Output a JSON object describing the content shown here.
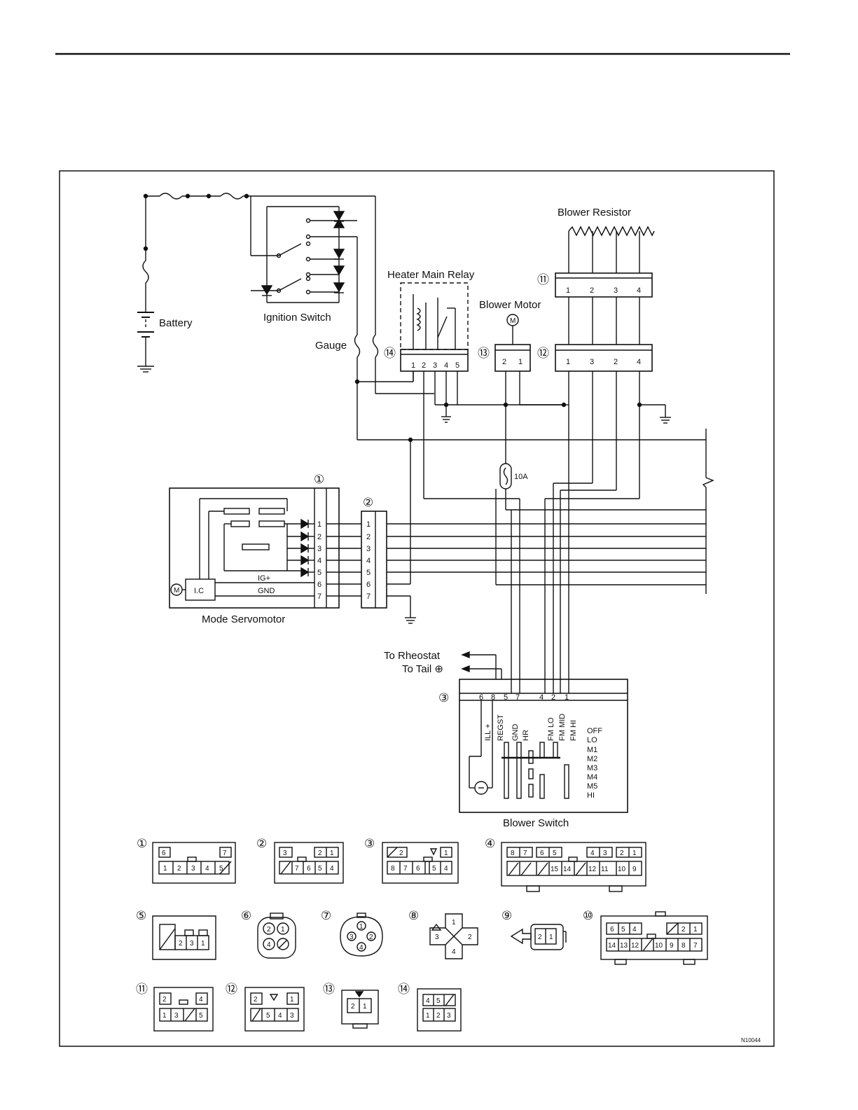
{
  "labels": {
    "battery": "Battery",
    "ignition_switch": "Ignition Switch",
    "heater_main_relay": "Heater Main Relay",
    "blower_motor": "Blower Motor",
    "blower_resistor": "Blower Resistor",
    "gauge": "Gauge",
    "fuse_10a": "10A",
    "mode_servomotor": "Mode Servomotor",
    "ic": "I.C",
    "ig_plus": "IG+",
    "gnd": "GND",
    "to_rheostat": "To Rheostat",
    "to_tail": "To Tail ⊕",
    "blower_switch": "Blower Switch",
    "figure_id": "N10044"
  },
  "ref_marks": {
    "c1": "①",
    "c2": "②",
    "c3": "③",
    "c4": "④",
    "c5": "⑤",
    "c6": "⑥",
    "c7": "⑦",
    "c8": "⑧",
    "c9": "⑨",
    "c10": "⑩",
    "c11": "⑪",
    "c12": "⑫",
    "c13": "⑬",
    "c14": "⑭"
  },
  "relay_pins": [
    "1",
    "2",
    "3",
    "4",
    "5"
  ],
  "motor_pins": [
    "2",
    "1"
  ],
  "resistor_pins_11": [
    "1",
    "2",
    "3",
    "4"
  ],
  "resistor_pins_12": [
    "1",
    "3",
    "2",
    "4"
  ],
  "servo_pins": [
    "1",
    "2",
    "3",
    "4",
    "5",
    "6",
    "7"
  ],
  "switch_pins": [
    "6",
    "8",
    "5",
    "7",
    "4",
    "2",
    "1"
  ],
  "switch_terminals": [
    "ILL +",
    "REGST",
    "GND",
    "HR",
    "FM LO",
    "FM MID",
    "FM HI"
  ],
  "switch_positions": [
    "OFF",
    "LO",
    "M1",
    "M2",
    "M3",
    "M4",
    "M5",
    "HI"
  ],
  "conn_views": {
    "c1": {
      "top": [
        "6",
        "7"
      ],
      "bottom": [
        "1",
        "2",
        "3",
        "4",
        "5"
      ]
    },
    "c2": {
      "top": [
        "3",
        "2",
        "1"
      ],
      "bottom": [
        "7",
        "6",
        "5",
        "4"
      ]
    },
    "c3": {
      "top": [
        "2",
        "1"
      ],
      "bottom": [
        "8",
        "7",
        "6",
        "5",
        "4"
      ]
    },
    "c4": {
      "top": [
        "8",
        "7",
        "6",
        "5",
        "4",
        "3",
        "2",
        "1"
      ],
      "bottom": [
        "15",
        "14",
        "12",
        "11",
        "10",
        "9"
      ]
    },
    "c5": {
      "pins": [
        "2",
        "3",
        "1"
      ]
    },
    "c6": {
      "pins": [
        "2",
        "1",
        "4"
      ]
    },
    "c7": {
      "pins": [
        "1",
        "3",
        "2",
        "4"
      ]
    },
    "c8": {
      "pins": [
        "1",
        "3",
        "2",
        "4"
      ]
    },
    "c9": {
      "pins": [
        "2",
        "1"
      ]
    },
    "c10": {
      "top": [
        "6",
        "5",
        "4",
        "2",
        "1"
      ],
      "bottom": [
        "14",
        "13",
        "12",
        "10",
        "9",
        "8",
        "7"
      ]
    },
    "c11": {
      "top": [
        "2",
        "4"
      ],
      "bottom": [
        "1",
        "3",
        "5"
      ]
    },
    "c12": {
      "top": [
        "2",
        "1"
      ],
      "bottom": [
        "5",
        "4",
        "3"
      ]
    },
    "c13": {
      "pins": [
        "2",
        "1"
      ]
    },
    "c14": {
      "top": [
        "4",
        "5"
      ],
      "bottom": [
        "1",
        "2",
        "3"
      ]
    }
  }
}
